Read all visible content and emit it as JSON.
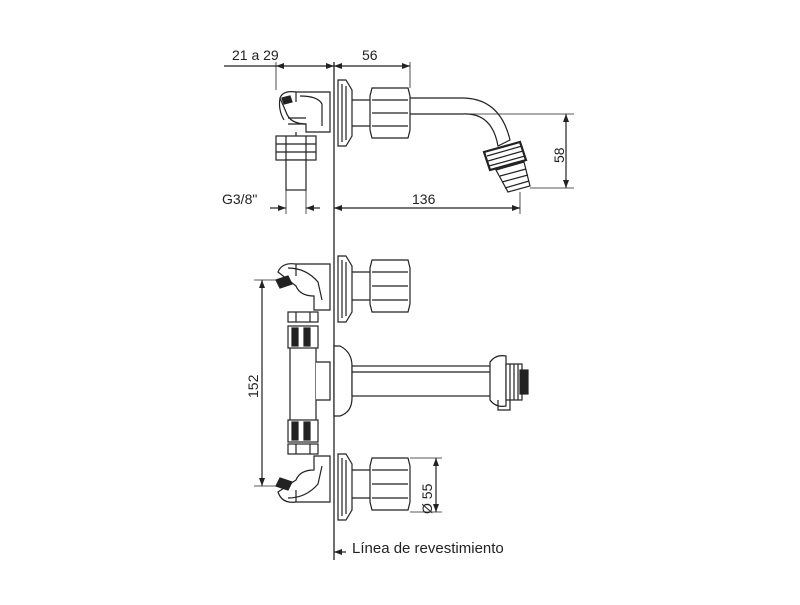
{
  "dimensions": {
    "top_width": "21 a 29",
    "top_offset": "56",
    "spout_height": "58",
    "thread": "G3/8\"",
    "reach": "136",
    "center_distance": "152",
    "handle_diameter": "Ø 55"
  },
  "labels": {
    "finish_line": "Línea de revestimiento"
  },
  "colors": {
    "stroke": "#222222",
    "fill": "#ffffff",
    "dark_fill": "#222222"
  }
}
